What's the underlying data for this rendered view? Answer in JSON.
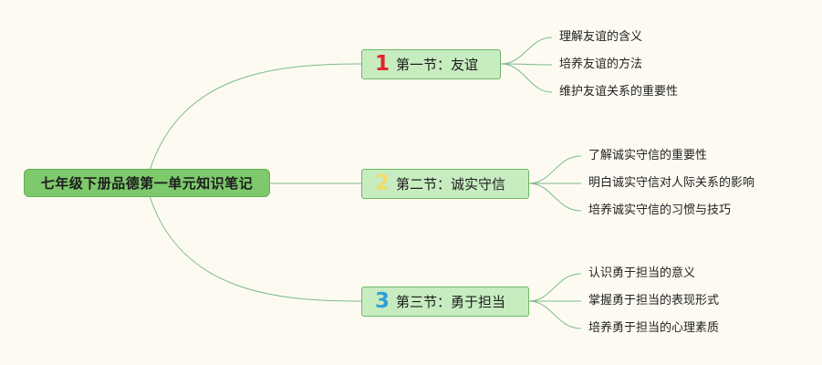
{
  "root": {
    "title": "七年级下册品德第一单元知识笔记"
  },
  "branches": [
    {
      "number": "1",
      "number_color": "#e0262b",
      "title": "第一节：友谊",
      "children": [
        "理解友谊的含义",
        "培养友谊的方法",
        "维护友谊关系的重要性"
      ]
    },
    {
      "number": "2",
      "number_color": "#f3dc6b",
      "title": "第二节：诚实守信",
      "children": [
        "了解诚实守信的重要性",
        "明白诚实守信对人际关系的影响",
        "培养诚实守信的习惯与技巧"
      ]
    },
    {
      "number": "3",
      "number_color": "#2e9fd8",
      "title": "第三节：勇于担当",
      "children": [
        "认识勇于担当的意义",
        "掌握勇于担当的表现形式",
        "培养勇于担当的心理素质"
      ]
    }
  ],
  "colors": {
    "connector": "#7bb98a",
    "background": "#fdfbf1",
    "root_fill": "#7dc96c",
    "branch_fill": "#c7ecc0"
  }
}
